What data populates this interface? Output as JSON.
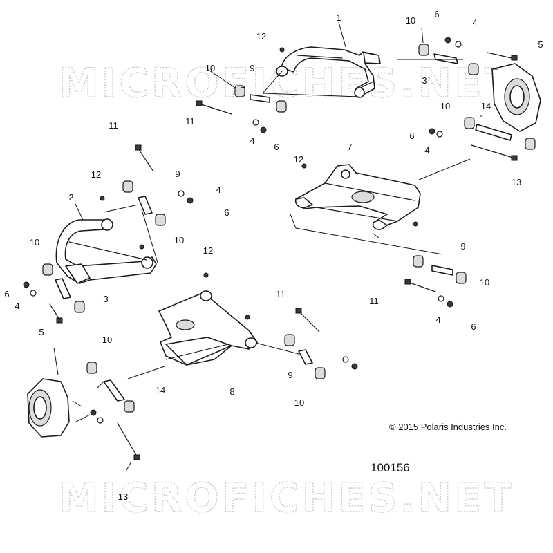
{
  "watermark": "MICROFICHES.NET",
  "copyright": "© 2015 Polaris Industries Inc.",
  "diagram_id": "100156",
  "callouts": [
    "1",
    "2",
    "3",
    "3",
    "4",
    "4",
    "4",
    "4",
    "4",
    "4",
    "5",
    "5",
    "6",
    "6",
    "6",
    "6",
    "6",
    "6",
    "7",
    "8",
    "9",
    "9",
    "9",
    "9",
    "10",
    "10",
    "10",
    "10",
    "10",
    "10",
    "10",
    "10",
    "11",
    "11",
    "11",
    "11",
    "12",
    "12",
    "12",
    "12",
    "13",
    "13",
    "14",
    "14"
  ]
}
